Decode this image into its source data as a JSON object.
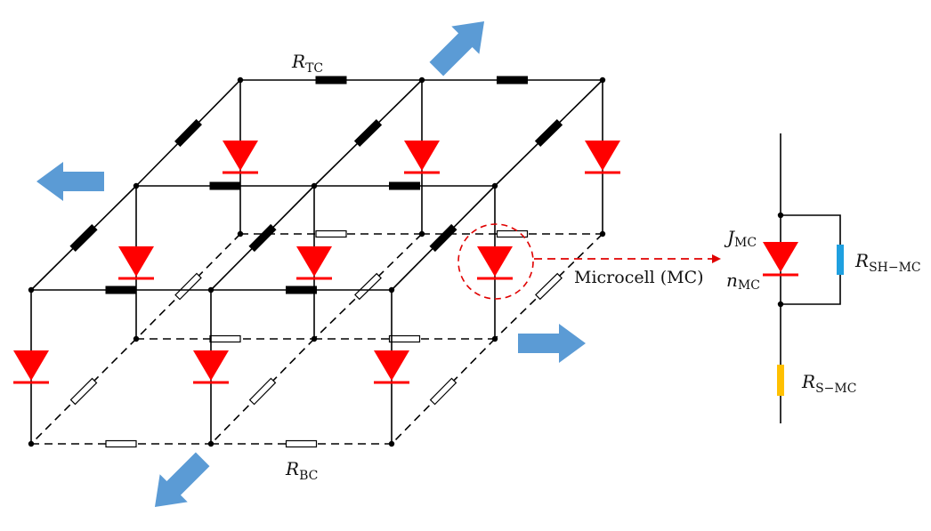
{
  "diagram": {
    "title": "Microcell network equivalent circuit",
    "labels": {
      "top_resistor": {
        "main": "R",
        "sub": "TC"
      },
      "bottom_resistor": {
        "main": "R",
        "sub": "BC"
      },
      "microcell": "Microcell (MC)",
      "junction": {
        "main": "J",
        "sub": "MC"
      },
      "ideality": {
        "main": "n",
        "sub": "MC"
      },
      "shunt": {
        "main": "R",
        "sub": "SH−MC"
      },
      "series": {
        "main": "R",
        "sub": "S−MC"
      }
    },
    "colors": {
      "diode": "#ff0000",
      "arrow": "#5b9bd5",
      "shunt_resistor": "#1fa0e0",
      "series_resistor": "#ffc000",
      "wire": "#000000",
      "highlight": "#e00000"
    },
    "grid": {
      "rows": 3,
      "cols": 3,
      "layers": [
        "top-contact",
        "bottom-contact"
      ]
    },
    "arrows": [
      "up-right",
      "left",
      "right",
      "down-left"
    ]
  }
}
